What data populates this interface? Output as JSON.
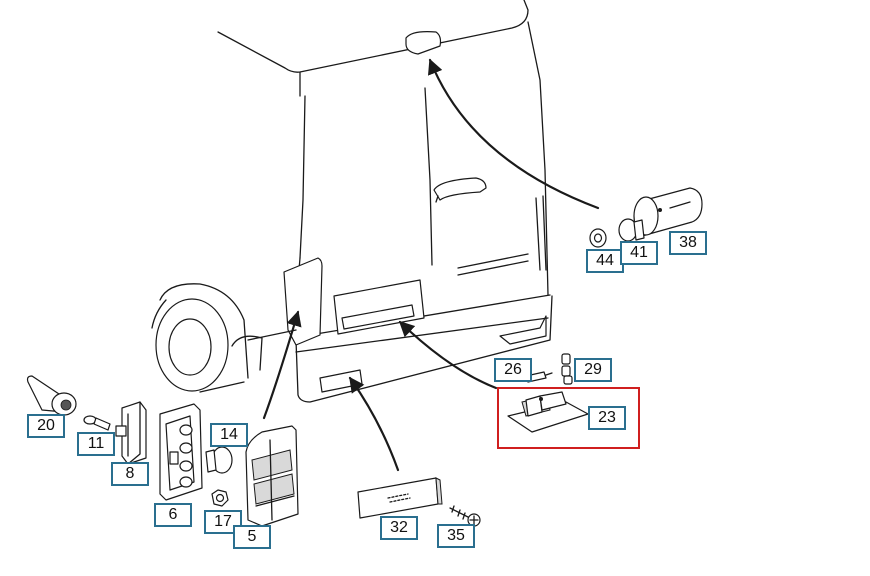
{
  "diagram": {
    "callouts": [
      {
        "id": "20",
        "label": "20"
      },
      {
        "id": "11",
        "label": "11"
      },
      {
        "id": "8",
        "label": "8"
      },
      {
        "id": "6",
        "label": "6"
      },
      {
        "id": "14",
        "label": "14"
      },
      {
        "id": "17",
        "label": "17"
      },
      {
        "id": "5",
        "label": "5"
      },
      {
        "id": "32",
        "label": "32"
      },
      {
        "id": "35",
        "label": "35"
      },
      {
        "id": "26",
        "label": "26"
      },
      {
        "id": "29",
        "label": "29"
      },
      {
        "id": "23",
        "label": "23"
      },
      {
        "id": "44",
        "label": "44"
      },
      {
        "id": "41",
        "label": "41"
      },
      {
        "id": "38",
        "label": "38"
      }
    ],
    "highlighted_part": "23",
    "colors": {
      "callout_border": "#2a6f8f",
      "highlight_border": "#d01f1f",
      "line": "#1a1a1a"
    }
  }
}
